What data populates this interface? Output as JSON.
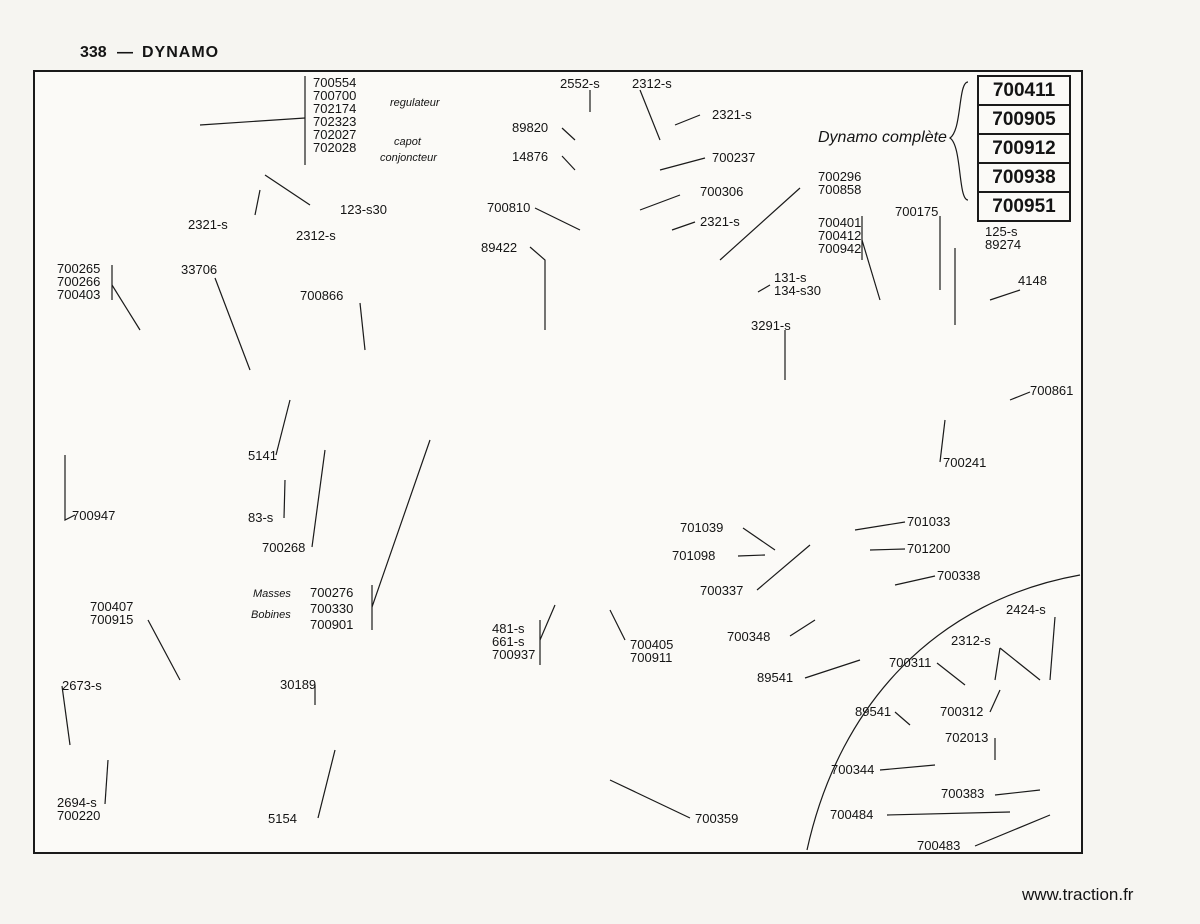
{
  "page": {
    "number": "338",
    "dash": "—",
    "title": "DYNAMO"
  },
  "dynamo_complete": {
    "caption": "Dynamo complète",
    "codes": [
      "700411",
      "700905",
      "700912",
      "700938",
      "700951"
    ]
  },
  "regulator": {
    "codes": [
      "700554",
      "700700",
      "702174",
      "702323",
      "702027",
      "702028"
    ],
    "note_regulateur": "regulateur",
    "note_capot": "capot",
    "note_conjoncteur": "conjoncteur"
  },
  "end_plate_left_codes": [
    "700265",
    "700266",
    "700403"
  ],
  "end_plate_right_codes": [
    "700401",
    "700412",
    "700942"
  ],
  "bracket_codes": [
    "700296",
    "700858"
  ],
  "screw_codes": [
    "131-s",
    "134-s30"
  ],
  "support_screw_codes": [
    "481-s",
    "661-s",
    "700937"
  ],
  "support_codes": [
    "700405",
    "700911"
  ],
  "field_coils": {
    "label_masses": "Masses",
    "label_bobines": "Bobines",
    "code_masses": "700276",
    "codes_bobines": [
      "700330",
      "700901"
    ]
  },
  "pulley_codes": [
    "700407",
    "700915"
  ],
  "nut_washer_codes": [
    "2694-s",
    "700220"
  ],
  "screw_washer_codes": [
    "125-s",
    "89274"
  ],
  "labels": {
    "l2552s": "2552-s",
    "l89820": "89820",
    "l14876": "14876",
    "l700810": "700810",
    "l89422": "89422",
    "l2312s_top": "2312-s",
    "l2321s_top": "2321-s",
    "l700237": "700237",
    "l700306": "700306",
    "l2321s_mid": "2321-s",
    "l2321s_reg": "2321-s",
    "l2312s_reg": "2312-s",
    "l123s30": "123-s30",
    "l33706": "33706",
    "l700866": "700866",
    "l5141": "5141",
    "l83s": "83-s",
    "l700268": "700268",
    "l700947": "700947",
    "l3291s": "3291-s",
    "l700175": "700175",
    "l4148": "4148",
    "l700861": "700861",
    "l700241": "700241",
    "l701039": "701039",
    "l701033": "701033",
    "l701098": "701098",
    "l701200": "701200",
    "l700337": "700337",
    "l700338": "700338",
    "l700348": "700348",
    "l89541a": "89541",
    "l2424s": "2424-s",
    "l2312s_br": "2312-s",
    "l700311": "700311",
    "l700312": "700312",
    "l89541b": "89541",
    "l702013": "702013",
    "l700344": "700344",
    "l700383": "700383",
    "l700484": "700484",
    "l700483": "700483",
    "l2673s": "2673-s",
    "l30189": "30189",
    "l5154": "5154",
    "l700359": "700359"
  },
  "watermark": "www.traction.fr"
}
